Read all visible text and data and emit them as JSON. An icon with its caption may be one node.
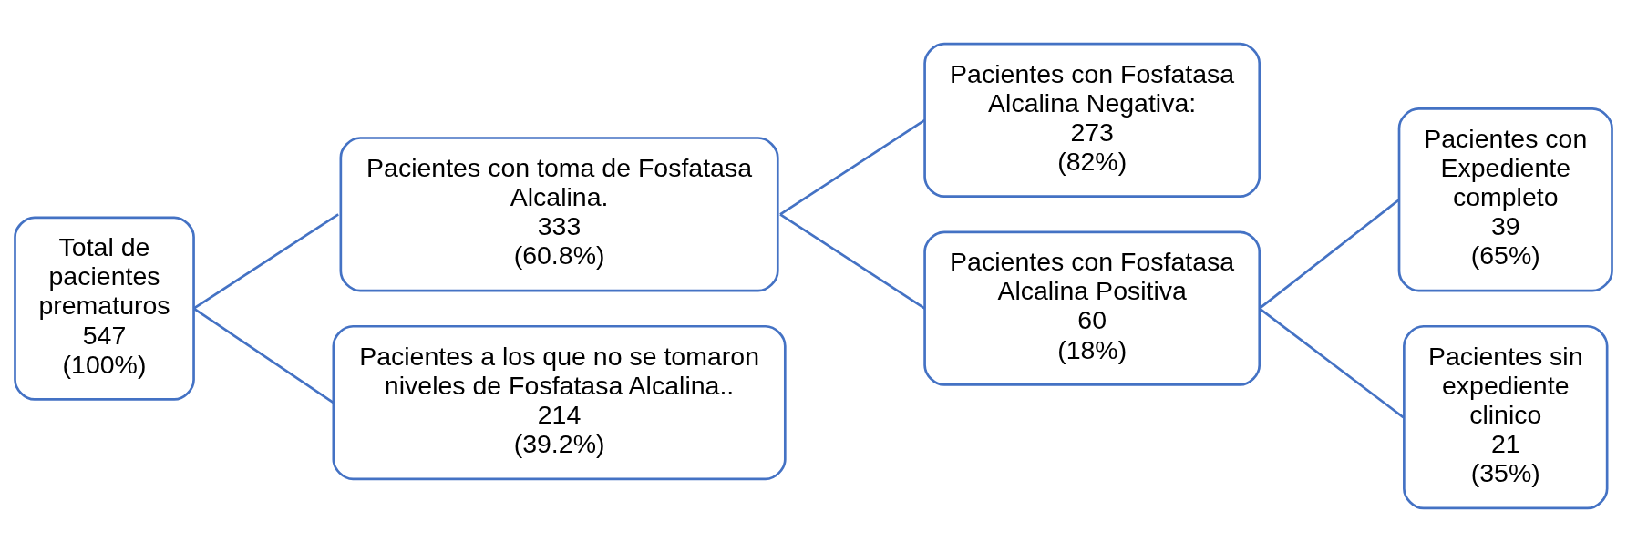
{
  "diagram": {
    "nodes": [
      {
        "text": [
          "Total de pacientes prematuros",
          "547",
          "(100%)"
        ]
      },
      {
        "text": [
          "Pacientes con toma de Fosfatasa Alcalina.",
          "333",
          "(60.8%)"
        ]
      },
      {
        "text": [
          "Pacientes a los que no se tomaron niveles de Fosfatasa Alcalina..",
          "214",
          "(39.2%)"
        ]
      },
      {
        "text": [
          "Pacientes con Fosfatasa Alcalina Negativa:",
          "273",
          "(82%)"
        ]
      },
      {
        "text": [
          "Pacientes con Fosfatasa Alcalina Positiva",
          "60",
          "(18%)"
        ]
      },
      {
        "text": [
          "Pacientes con Expediente completo",
          "39",
          "(65%)"
        ]
      },
      {
        "text": [
          "Pacientes sin expediente clinico",
          "21",
          "(35%)"
        ]
      }
    ],
    "edges": [
      {
        "from": 0,
        "to": 1,
        "arrow": "none"
      },
      {
        "from": 0,
        "to": 2,
        "arrow": "none"
      },
      {
        "from": 1,
        "to": 3,
        "arrow": "none"
      },
      {
        "from": 1,
        "to": 4,
        "arrow": "none"
      },
      {
        "from": 4,
        "to": 5,
        "arrow": "none"
      },
      {
        "from": 4,
        "to": 6,
        "arrow": "none"
      }
    ]
  }
}
